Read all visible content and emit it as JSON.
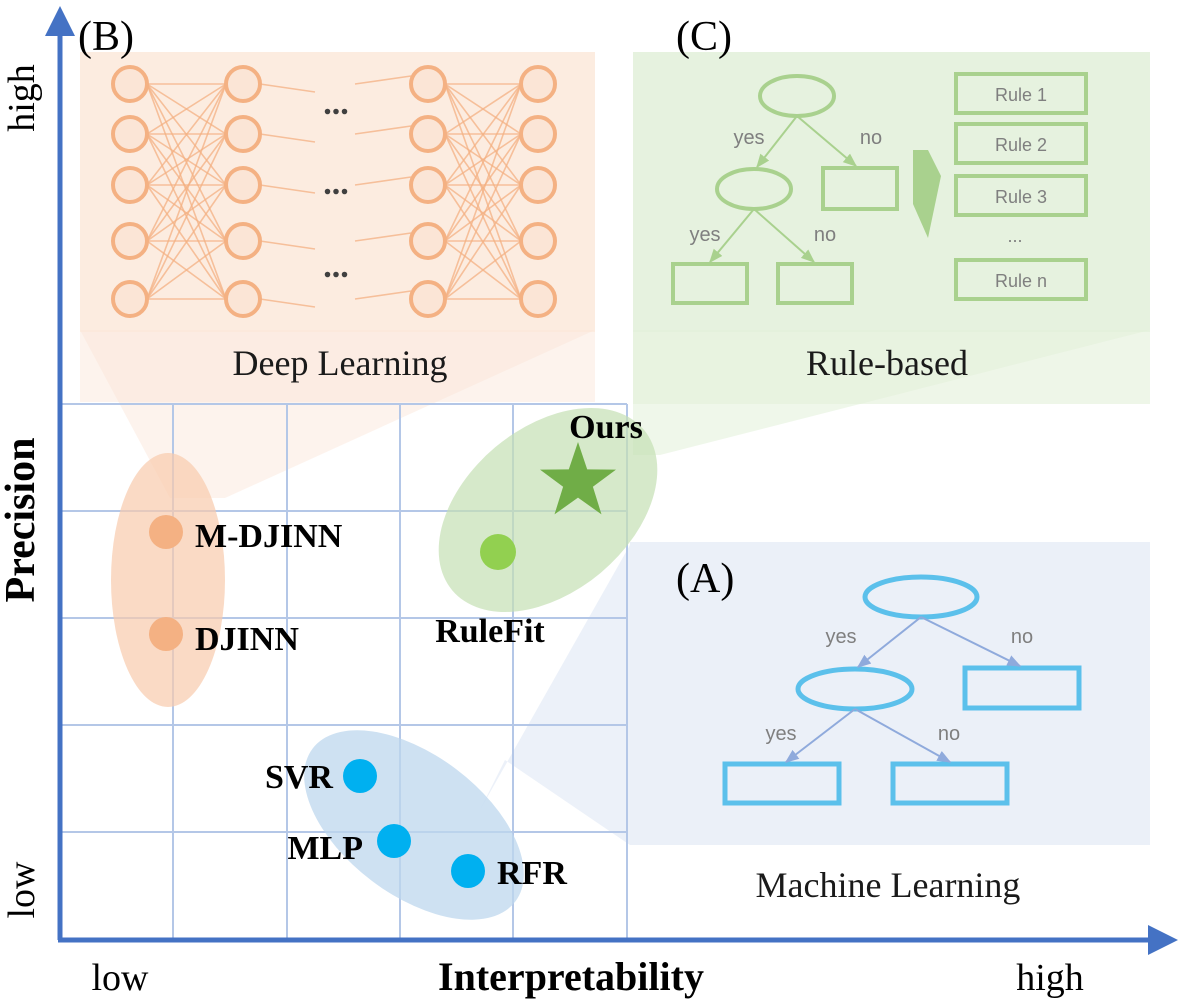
{
  "axes": {
    "x_title": "Interpretability",
    "y_title": "Precision",
    "x_low": "low",
    "x_high": "high",
    "y_low": "low",
    "y_high": "high"
  },
  "panels": {
    "deep": {
      "tag": "(B)",
      "caption": "Deep Learning",
      "ellipsis": "..."
    },
    "rule": {
      "tag": "(C)",
      "caption": "Rule-based",
      "yes": "yes",
      "no": "no",
      "rules": [
        "Rule 1",
        "Rule 2",
        "Rule 3",
        "...",
        "Rule n"
      ]
    },
    "ml": {
      "tag": "(A)",
      "caption": "Machine Learning",
      "yes": "yes",
      "no": "no"
    }
  },
  "methods": {
    "ours": "Ours",
    "rulefit": "RuleFit",
    "mdjinn": "M-DJINN",
    "djinn": "DJINN",
    "svr": "SVR",
    "mlp": "MLP",
    "rfr": "RFR"
  },
  "colors": {
    "axis": "#4472c4",
    "grid": "#b4c7e7",
    "deep": "#f4b183",
    "deep_light": "#fbe5d6",
    "rule": "#a9d18e",
    "rule_light": "#e2f0d9",
    "rule_star": "#70ad47",
    "ml": "#5bc0eb",
    "ml_light": "#dae3f3",
    "ml_dot": "#00b0f0",
    "arrow_gray": "#8faadc"
  }
}
